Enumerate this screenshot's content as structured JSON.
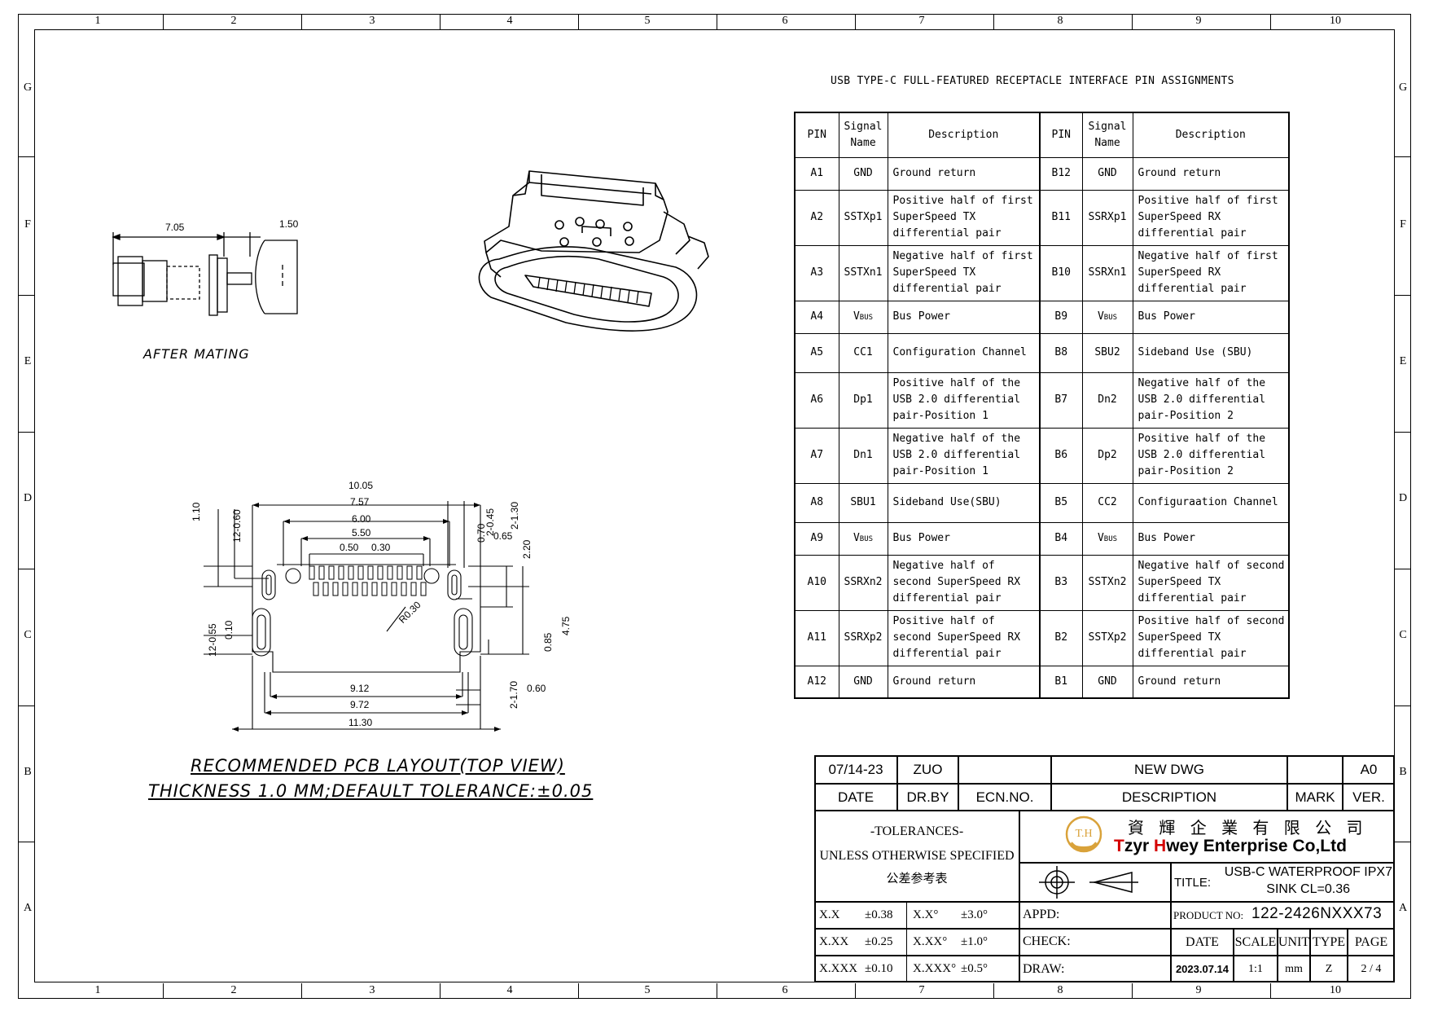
{
  "zones": {
    "numbers": [
      "1",
      "2",
      "3",
      "4",
      "5",
      "6",
      "7",
      "8",
      "9",
      "10"
    ],
    "letters": [
      "G",
      "F",
      "E",
      "D",
      "C",
      "B",
      "A"
    ]
  },
  "pin_table": {
    "title": "USB TYPE-C FULL-FEATURED RECEPTACLE INTERFACE PIN ASSIGNMENTS",
    "headers": [
      "PIN",
      "Signal Name",
      "Description",
      "PIN",
      "Signal Name",
      "Description"
    ],
    "rows": [
      [
        "A1",
        "GND",
        "Ground return",
        "B12",
        "GND",
        "Ground return"
      ],
      [
        "A2",
        "SSTXp1",
        "Positive half of first SuperSpeed TX differential pair",
        "B11",
        "SSRXp1",
        "Positive half of first SuperSpeed RX differential pair"
      ],
      [
        "A3",
        "SSTXn1",
        "Negative half of first SuperSpeed TX differential pair",
        "B10",
        "SSRXn1",
        "Negative half of first SuperSpeed RX differential pair"
      ],
      [
        "A4",
        "VBUS",
        "Bus Power",
        "B9",
        "VBUS",
        "Bus Power"
      ],
      [
        "A5",
        "CC1",
        "Configuration Channel",
        "B8",
        "SBU2",
        "Sideband Use (SBU)"
      ],
      [
        "A6",
        "Dp1",
        "Positive half of the USB 2.0 differential pair-Position 1",
        "B7",
        "Dn2",
        "Negative half of the USB 2.0 differential pair-Position 2"
      ],
      [
        "A7",
        "Dn1",
        "Negative half of the USB 2.0 differential pair-Position 1",
        "B6",
        "Dp2",
        "Positive half of the USB 2.0 differential pair-Position 2"
      ],
      [
        "A8",
        "SBU1",
        "Sideband Use(SBU)",
        "B5",
        "CC2",
        "Configuraation Channel"
      ],
      [
        "A9",
        "VBUS",
        "Bus Power",
        "B4",
        "VBUS",
        "Bus Power"
      ],
      [
        "A10",
        "SSRXn2",
        "Negative half of second SuperSpeed RX differential pair",
        "B3",
        "SSTXn2",
        "Negative half of second SuperSpeed TX differential pair"
      ],
      [
        "A11",
        "SSRXp2",
        "Positive half of second SuperSpeed RX differential pair",
        "B2",
        "SSTXp2",
        "Positive half of second SuperSpeed TX differential pair"
      ],
      [
        "A12",
        "GND",
        "Ground return",
        "B1",
        "GND",
        "Ground return"
      ]
    ]
  },
  "mating_view": {
    "label": "AFTER MATING",
    "dim_a": "7.05",
    "dim_b": "1.50"
  },
  "pcb_layout": {
    "caption_line1": "RECOMMENDED PCB LAYOUT(TOP VIEW)",
    "caption_line2": "THICKNESS 1.0 MM;DEFAULT TOLERANCE:±0.05",
    "dims": {
      "d1005": "10.05",
      "d757": "7.57",
      "d600": "6.00",
      "d550": "5.50",
      "d050": "0.50",
      "d030": "0.30",
      "d110": "1.10",
      "d12_060": "12-0.60",
      "d2_045": "2-0.45",
      "d2_130": "2-1.30",
      "d070": "0.70",
      "d065": "0.65",
      "d220": "2.20",
      "d12_055": "12-0.55",
      "d010": "0.10",
      "r030": "R0.30",
      "d085": "0.85",
      "d475": "4.75",
      "d912": "9.12",
      "d972": "9.72",
      "d1130": "11.30",
      "d2_170": "2-1.70",
      "d060": "0.60"
    }
  },
  "title_block": {
    "rev_date": "07/14-23",
    "rev_by": "ZUO",
    "rev_desc": "NEW DWG",
    "rev_ver": "A0",
    "h_date": "DATE",
    "h_drby": "DR.BY",
    "h_ecn": "ECN.NO.",
    "h_desc": "DESCRIPTION",
    "h_mark": "MARK",
    "h_ver": "VER.",
    "tol_title": "-TOLERANCES-",
    "tol_sub": "UNLESS OTHERWISE SPECIFIED",
    "tol_cn": "公差参考表",
    "tol_rows": [
      [
        "X.X",
        "±0.38",
        "X.X°",
        "±3.0°"
      ],
      [
        "X.XX",
        "±0.25",
        "X.XX°",
        "±1.0°"
      ],
      [
        "X.XXX",
        "±0.10",
        "X.XXX°",
        "±0.5°"
      ]
    ],
    "logo_text": "T.H",
    "company_cn": "資 輝 企 業 有 限 公 司",
    "company_en_1": "T",
    "company_en_2": "zyr ",
    "company_en_3": "H",
    "company_en_4": "wey Enterprise Co,Ltd",
    "title_label": "TITLE:",
    "title_line1": "USB-C WATERPROOF IPX7",
    "title_line2": "SINK CL=0.36",
    "appd": "APPD:",
    "check": "CHECK:",
    "draw": "DRAW:",
    "product_label": "PRODUCT NO:",
    "product_no": "122-2426NXXX73",
    "h2_date": "DATE",
    "h2_scale": "SCALE",
    "h2_unit": "UNIT",
    "h2_type": "TYPE",
    "h2_page": "PAGE",
    "v_date": "2023.07.14",
    "v_scale": "1:1",
    "v_unit": "mm",
    "v_type": "Z",
    "v_page": "2 / 4"
  },
  "colors": {
    "accent_red": "#d40000",
    "logo_gold": "#d9a23a"
  }
}
